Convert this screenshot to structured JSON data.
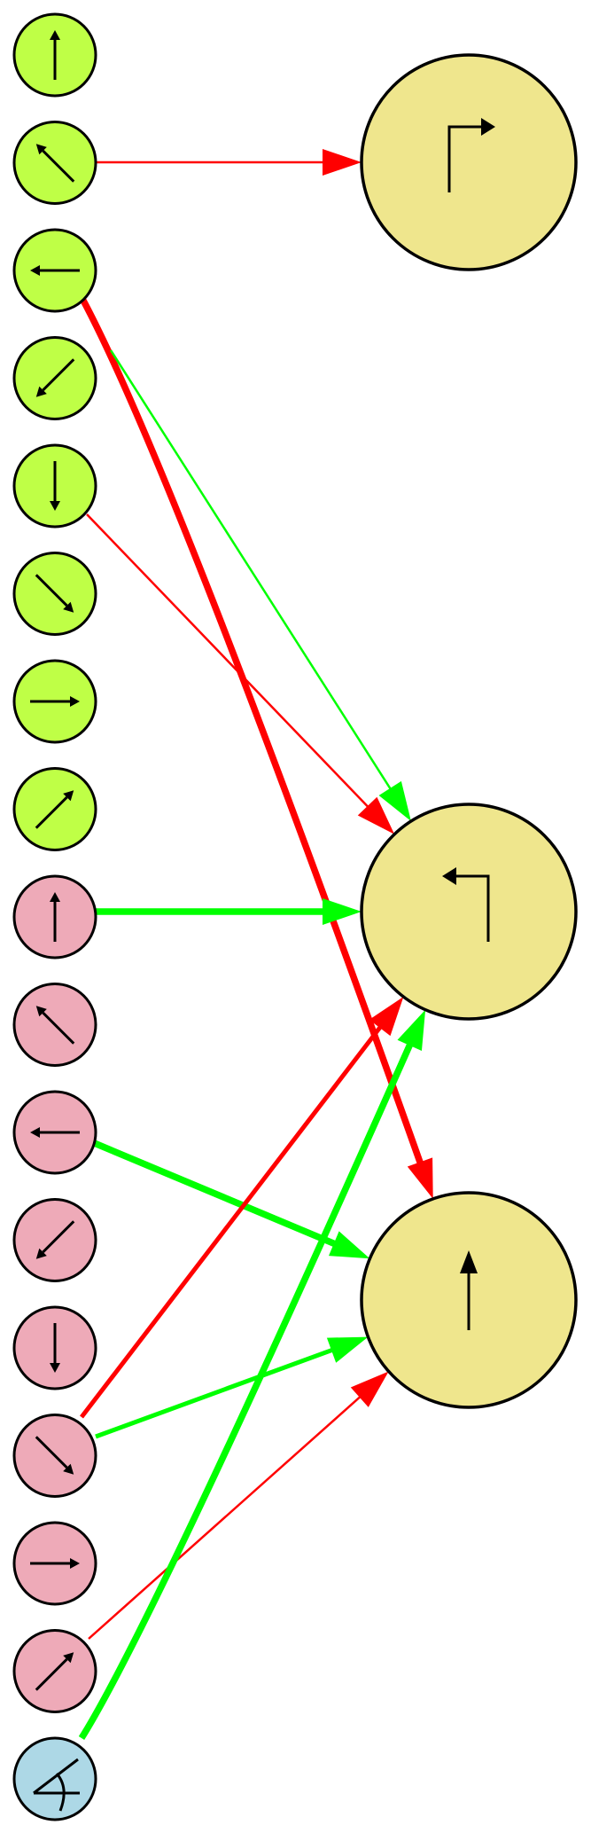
{
  "colors": {
    "input_green": "#bfff46",
    "input_pink": "#eeaab8",
    "input_blue": "#add8e6",
    "output_node": "#efe68d",
    "excitatory": "#ff0000",
    "inhibitory": "#00ff00",
    "stroke": "#000000"
  },
  "inputs": [
    {
      "id": "g0",
      "group": "green",
      "icon": "arrow-up-icon"
    },
    {
      "id": "g1",
      "group": "green",
      "icon": "arrow-up-left-icon"
    },
    {
      "id": "g2",
      "group": "green",
      "icon": "arrow-left-icon"
    },
    {
      "id": "g3",
      "group": "green",
      "icon": "arrow-down-left-icon"
    },
    {
      "id": "g4",
      "group": "green",
      "icon": "arrow-down-icon"
    },
    {
      "id": "g5",
      "group": "green",
      "icon": "arrow-down-right-icon"
    },
    {
      "id": "g6",
      "group": "green",
      "icon": "arrow-right-icon"
    },
    {
      "id": "g7",
      "group": "green",
      "icon": "arrow-up-right-icon"
    },
    {
      "id": "p0",
      "group": "pink",
      "icon": "arrow-up-icon"
    },
    {
      "id": "p1",
      "group": "pink",
      "icon": "arrow-up-left-icon"
    },
    {
      "id": "p2",
      "group": "pink",
      "icon": "arrow-left-icon"
    },
    {
      "id": "p3",
      "group": "pink",
      "icon": "arrow-down-left-icon"
    },
    {
      "id": "p4",
      "group": "pink",
      "icon": "arrow-down-icon"
    },
    {
      "id": "p5",
      "group": "pink",
      "icon": "arrow-down-right-icon"
    },
    {
      "id": "p6",
      "group": "pink",
      "icon": "arrow-right-icon"
    },
    {
      "id": "p7",
      "group": "pink",
      "icon": "arrow-up-right-icon"
    },
    {
      "id": "b0",
      "group": "blue",
      "icon": "angle-icon"
    }
  ],
  "outputs": [
    {
      "id": "o0",
      "icon": "turn-right-icon"
    },
    {
      "id": "o1",
      "icon": "turn-left-icon"
    },
    {
      "id": "o2",
      "icon": "straight-up-icon"
    }
  ],
  "edges": [
    {
      "from": "g1",
      "to": "o0",
      "color": "excitatory",
      "weight": "thin"
    },
    {
      "from": "g2",
      "to": "o2",
      "color": "excitatory",
      "weight": "thick"
    },
    {
      "from": "g2",
      "to": "o1",
      "color": "inhibitory",
      "weight": "thin"
    },
    {
      "from": "g4",
      "to": "o1",
      "color": "excitatory",
      "weight": "thin"
    },
    {
      "from": "p0",
      "to": "o1",
      "color": "inhibitory",
      "weight": "thick"
    },
    {
      "from": "p2",
      "to": "o2",
      "color": "inhibitory",
      "weight": "thick"
    },
    {
      "from": "p5",
      "to": "o1",
      "color": "excitatory",
      "weight": "medium"
    },
    {
      "from": "p5",
      "to": "o2",
      "color": "inhibitory",
      "weight": "medium"
    },
    {
      "from": "p7",
      "to": "o2",
      "color": "excitatory",
      "weight": "thin"
    },
    {
      "from": "b0",
      "to": "o1",
      "color": "inhibitory",
      "weight": "thick"
    }
  ]
}
